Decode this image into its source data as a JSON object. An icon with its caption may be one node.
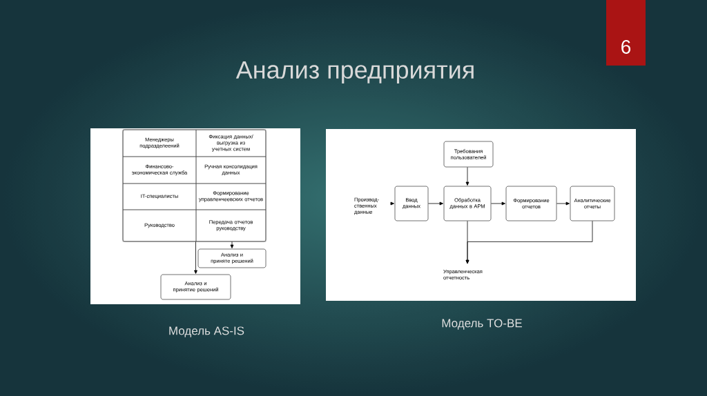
{
  "diagram": {
    "title": "Анализ предприятия",
    "nodes": [
      {
        "text": [],
        "shape": "box"
      },
      {
        "text": [
          "Менеджеры подразделеений"
        ],
        "in": 0
      },
      {
        "text": [
          "Фиксация данных/ выгрузка из учетных систем"
        ],
        "in": 0
      },
      {
        "text": [
          "Финансово-экономическая служба"
        ],
        "in": 0
      },
      {
        "text": [
          "Ручная консолидация данных"
        ],
        "in": 0
      },
      {
        "text": [
          "IT-специалисты"
        ],
        "in": 0
      },
      {
        "text": [
          "Формирование управленчеевских отчетов"
        ],
        "in": 0
      },
      {
        "text": [
          "Руководство"
        ],
        "in": 0
      },
      {
        "text": [
          "Передача отчетов руководству"
        ],
        "in": 0
      },
      {
        "text": [
          "Анализ и приняте решений"
        ]
      },
      {
        "text": [
          "Анализ и принятие решений"
        ]
      },
      {
        "text": [
          "Требования пользователей"
        ]
      },
      {
        "text": [
          "Производ-ственных данные"
        ]
      },
      {
        "text": [
          "Ввод данных"
        ]
      },
      {
        "text": [
          "Обработка данных в АРМ"
        ]
      },
      {
        "text": [
          "Формирование отчетов"
        ]
      },
      {
        "text": [
          "Аналитические отчеты"
        ]
      },
      {
        "text": [
          "Управленческая отчетность"
        ]
      }
    ],
    "edges": [
      {
        "from": 8,
        "to": 9,
        "arrow": "to"
      },
      {
        "from": 0,
        "to": 10,
        "arrow": "to"
      },
      {
        "from": 11,
        "to": 14,
        "arrow": "to"
      },
      {
        "from": 12,
        "to": 13,
        "arrow": "to"
      },
      {
        "from": 13,
        "to": 14,
        "arrow": "to"
      },
      {
        "from": 14,
        "to": 15,
        "arrow": "to"
      },
      {
        "from": 15,
        "to": 16,
        "arrow": "to"
      },
      {
        "from": 14,
        "to": 17,
        "arrow": "to"
      },
      {
        "from": 16,
        "to": 17,
        "arrow": "to"
      }
    ],
    "labels": [
      "6",
      "Модель AS-IS",
      "Модель TO-BE"
    ]
  }
}
